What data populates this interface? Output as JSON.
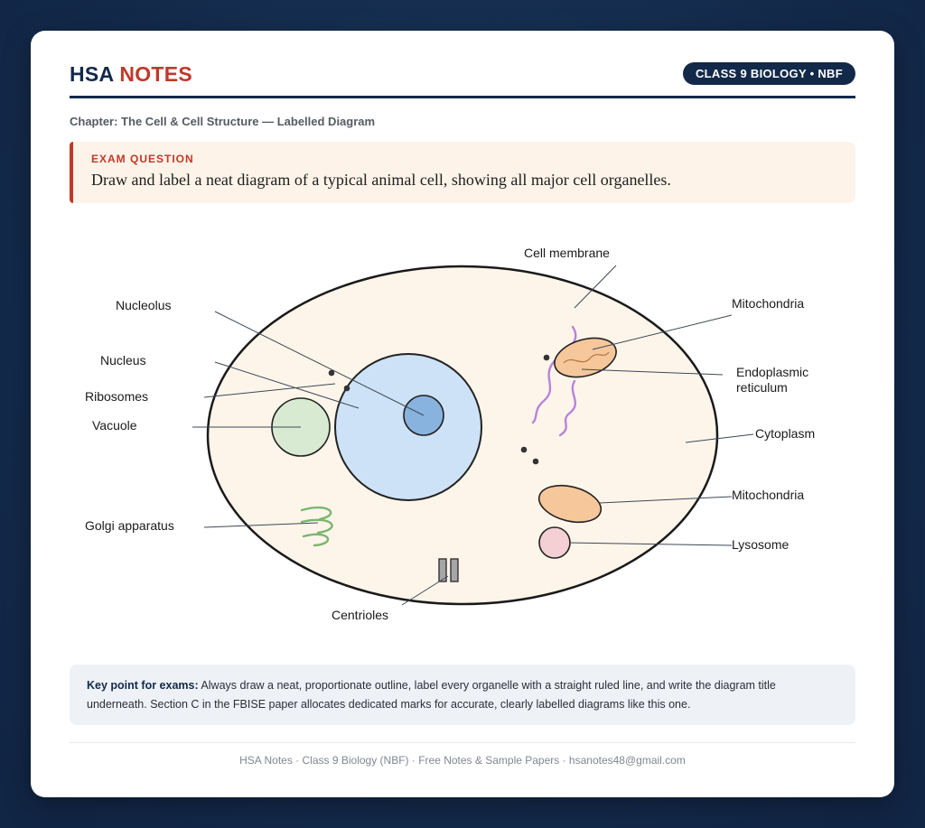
{
  "header": {
    "brand_primary": "HSA",
    "brand_accent": "NOTES",
    "badge": "CLASS 9 BIOLOGY • NBF"
  },
  "chapter": "Chapter: The Cell & Cell Structure — Labelled Diagram",
  "question": {
    "label": "EXAM QUESTION",
    "text": "Draw and label a neat diagram of a typical animal cell, showing all major cell organelles."
  },
  "diagram": {
    "labels": {
      "cell_membrane": "Cell membrane",
      "nucleolus": "Nucleolus",
      "nucleus": "Nucleus",
      "ribosomes": "Ribosomes",
      "vacuole": "Vacuole",
      "golgi": "Golgi apparatus",
      "centrioles": "Centrioles",
      "mitochondria_top": "Mitochondria",
      "er_line1": "Endoplasmic",
      "er_line2": "reticulum",
      "cytoplasm": "Cytoplasm",
      "mitochondria_bottom": "Mitochondria",
      "lysosome": "Lysosome"
    },
    "colors": {
      "cytoplasm": "#fdf5ea",
      "nucleus": "#cde2f6",
      "nucleolus": "#89b3df",
      "vacuole": "#d9ead3",
      "mitochondria": "#f6c79b",
      "lysosome": "#f4cfd3",
      "er": "#b784d8",
      "golgi": "#7bb56f",
      "centriole": "#a6a6a6"
    }
  },
  "keypoint": {
    "lead": "Key point for exams:",
    "text": " Always draw a neat, proportionate outline, label every organelle with a straight ruled line, and write the diagram title underneath. Section C in the FBISE paper allocates dedicated marks for accurate, clearly labelled diagrams like this one."
  },
  "footer": "HSA Notes · Class 9 Biology (NBF) · Free Notes & Sample Papers · hsanotes48@gmail.com"
}
